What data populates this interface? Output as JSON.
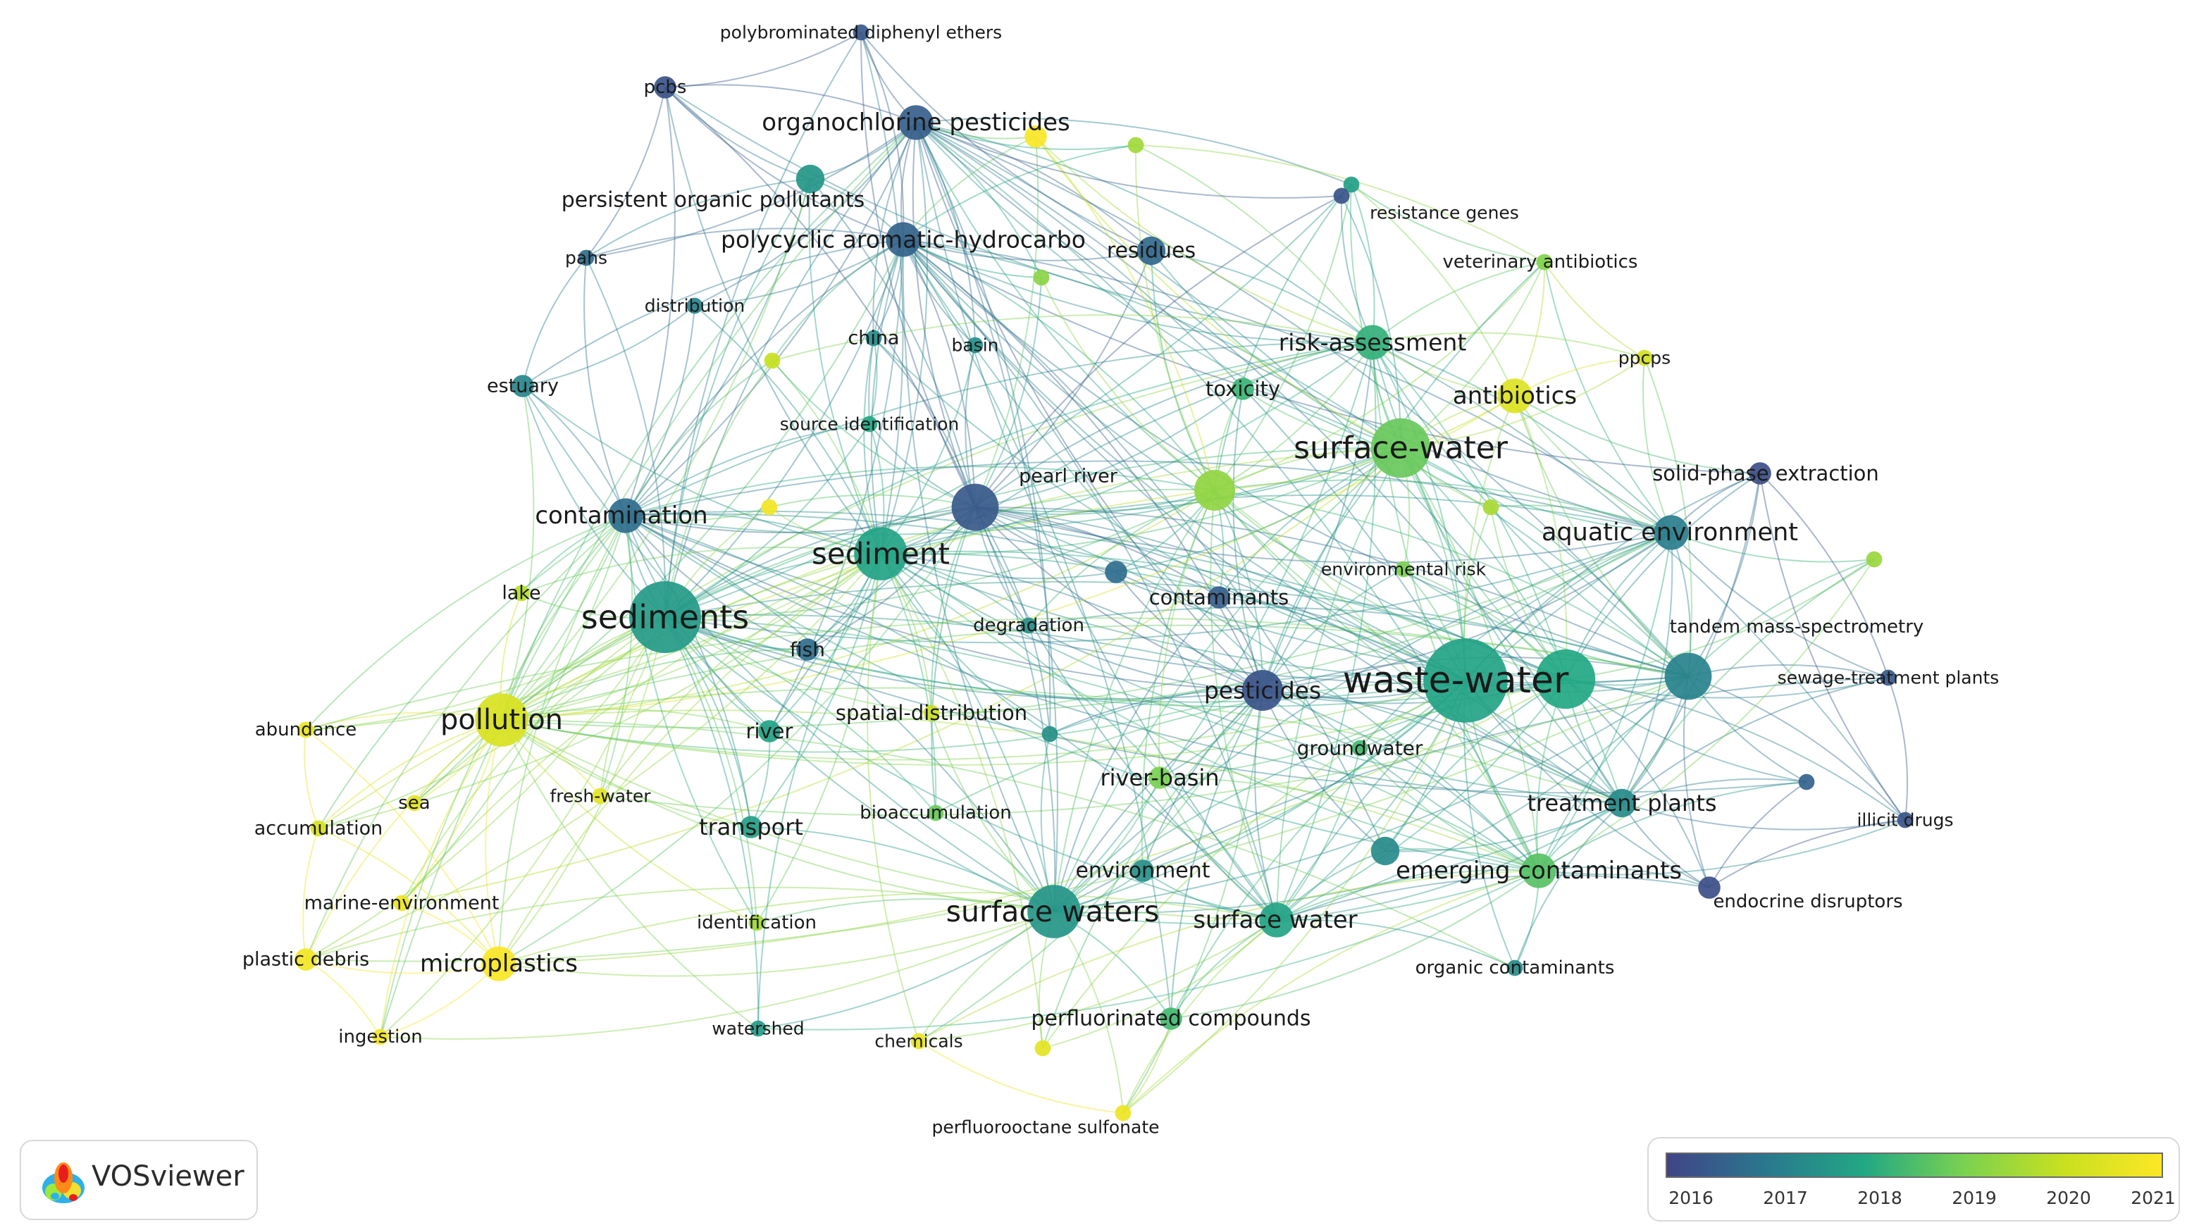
{
  "app": {
    "name": "VOSviewer"
  },
  "legend": {
    "ticks": [
      "2016",
      "2017",
      "2018",
      "2019",
      "2020",
      "2021"
    ],
    "colors": [
      "#414487",
      "#2a788e",
      "#22a884",
      "#7ad151",
      "#c8e020",
      "#fde725"
    ]
  },
  "network": {
    "nodes": [
      {
        "id": "n1",
        "label": "polybrominated diphenyl ethers",
        "year": 2016.4,
        "weight": 1
      },
      {
        "id": "n2",
        "label": "pcbs",
        "year": 2016.3,
        "weight": 2
      },
      {
        "id": "n3",
        "label": "organochlorine pesticides",
        "year": 2016.5,
        "weight": 4
      },
      {
        "id": "n4",
        "label": "persistent organic pollutants",
        "year": 2017.6,
        "weight": 3
      },
      {
        "id": "n5",
        "label": "polycyclic aromatic-hydrocarbo",
        "year": 2016.6,
        "weight": 4
      },
      {
        "id": "n6",
        "label": "pahs",
        "year": 2016.8,
        "weight": 1
      },
      {
        "id": "n7",
        "label": "distribution",
        "year": 2017.2,
        "weight": 1
      },
      {
        "id": "n8",
        "label": "china",
        "year": 2017.4,
        "weight": 1
      },
      {
        "id": "n9",
        "label": "basin",
        "year": 2017.5,
        "weight": 1
      },
      {
        "id": "n10",
        "label": "residues",
        "year": 2016.7,
        "weight": 3
      },
      {
        "id": "n11",
        "label": "resistance genes",
        "year": 2017.8,
        "weight": 1
      },
      {
        "id": "n12",
        "label": "veterinary antibiotics",
        "year": 2019.1,
        "weight": 1
      },
      {
        "id": "n13",
        "label": "risk-assessment",
        "year": 2018.2,
        "weight": 4
      },
      {
        "id": "n14",
        "label": "estuary",
        "year": 2017.3,
        "weight": 2
      },
      {
        "id": "n15",
        "label": "source identification",
        "year": 2018.0,
        "weight": 1
      },
      {
        "id": "n16",
        "label": "toxicity",
        "year": 2018.3,
        "weight": 2
      },
      {
        "id": "n17",
        "label": "antibiotics",
        "year": 2020.4,
        "weight": 4
      },
      {
        "id": "n18",
        "label": "ppcps",
        "year": 2020.2,
        "weight": 1
      },
      {
        "id": "n19",
        "label": "surface-water",
        "year": 2018.8,
        "weight": 8
      },
      {
        "id": "n20",
        "label": "solid-phase extraction",
        "year": 2016.2,
        "weight": 2
      },
      {
        "id": "n21",
        "label": "contamination",
        "year": 2016.8,
        "weight": 4
      },
      {
        "id": "n22",
        "label": "pearl river",
        "year": 2016.4,
        "weight": 6
      },
      {
        "id": "n23",
        "label": "sediment",
        "year": 2017.9,
        "weight": 7
      },
      {
        "id": "n24",
        "label": "aquatic environment",
        "year": 2017.1,
        "weight": 4
      },
      {
        "id": "n25",
        "label": "lake",
        "year": 2019.8,
        "weight": 1
      },
      {
        "id": "n26",
        "label": "sediments",
        "year": 2017.7,
        "weight": 10
      },
      {
        "id": "n27",
        "label": "environmental risk",
        "year": 2019.0,
        "weight": 1
      },
      {
        "id": "n28",
        "label": "contaminants",
        "year": 2016.5,
        "weight": 2
      },
      {
        "id": "n29",
        "label": "degradation",
        "year": 2017.5,
        "weight": 1
      },
      {
        "id": "n30",
        "label": "tandem mass-spectrometry",
        "year": 2017.2,
        "weight": 6
      },
      {
        "id": "n31",
        "label": "fish",
        "year": 2016.8,
        "weight": 2
      },
      {
        "id": "n32",
        "label": "pesticides",
        "year": 2016.3,
        "weight": 5
      },
      {
        "id": "n33",
        "label": "waste-water",
        "year": 2017.9,
        "weight": 12
      },
      {
        "id": "n34",
        "label": "sewage-treatment plants",
        "year": 2016.4,
        "weight": 1
      },
      {
        "id": "n35",
        "label": "abundance",
        "year": 2020.6,
        "weight": 1
      },
      {
        "id": "n36",
        "label": "pollution",
        "year": 2020.3,
        "weight": 7
      },
      {
        "id": "n37",
        "label": "spatial-distribution",
        "year": 2020.1,
        "weight": 1
      },
      {
        "id": "n38",
        "label": "river",
        "year": 2017.9,
        "weight": 2
      },
      {
        "id": "n39",
        "label": "groundwater",
        "year": 2018.4,
        "weight": 1
      },
      {
        "id": "n40",
        "label": "river-basin",
        "year": 2019.0,
        "weight": 2
      },
      {
        "id": "n41",
        "label": "sea",
        "year": 2020.5,
        "weight": 1
      },
      {
        "id": "n42",
        "label": "fresh-water",
        "year": 2020.5,
        "weight": 1
      },
      {
        "id": "n43",
        "label": "treatment plants",
        "year": 2017.4,
        "weight": 3
      },
      {
        "id": "n44",
        "label": "accumulation",
        "year": 2020.3,
        "weight": 1
      },
      {
        "id": "n45",
        "label": "transport",
        "year": 2017.8,
        "weight": 2
      },
      {
        "id": "n46",
        "label": "bioaccumulation",
        "year": 2018.8,
        "weight": 1
      },
      {
        "id": "n47",
        "label": "illicit drugs",
        "year": 2016.3,
        "weight": 1
      },
      {
        "id": "n48",
        "label": "environment",
        "year": 2017.5,
        "weight": 2
      },
      {
        "id": "n49",
        "label": "emerging contaminants",
        "year": 2018.6,
        "weight": 4
      },
      {
        "id": "n50",
        "label": "marine-environment",
        "year": 2020.7,
        "weight": 1
      },
      {
        "id": "n51",
        "label": "endocrine disruptors",
        "year": 2016.2,
        "weight": 2
      },
      {
        "id": "n52",
        "label": "surface waters",
        "year": 2017.6,
        "weight": 7
      },
      {
        "id": "n53",
        "label": "surface water",
        "year": 2017.9,
        "weight": 4
      },
      {
        "id": "n54",
        "label": "identification",
        "year": 2019.5,
        "weight": 1
      },
      {
        "id": "n55",
        "label": "organic contaminants",
        "year": 2017.4,
        "weight": 1
      },
      {
        "id": "n56",
        "label": "plastic debris",
        "year": 2020.8,
        "weight": 2
      },
      {
        "id": "n57",
        "label": "microplastics",
        "year": 2020.9,
        "weight": 4
      },
      {
        "id": "n58",
        "label": "perfluorinated compounds",
        "year": 2018.4,
        "weight": 2
      },
      {
        "id": "n59",
        "label": "ingestion",
        "year": 2020.8,
        "weight": 1
      },
      {
        "id": "n60",
        "label": "watershed",
        "year": 2017.7,
        "weight": 1
      },
      {
        "id": "n61",
        "label": "chemicals",
        "year": 2020.6,
        "weight": 1
      },
      {
        "id": "n62",
        "label": "perfluorooctane sulfonate",
        "year": 2020.7,
        "weight": 1
      },
      {
        "id": "u1",
        "label": "",
        "year": 2020.9,
        "weight": 2
      },
      {
        "id": "u2",
        "label": "",
        "year": 2019.5,
        "weight": 1
      },
      {
        "id": "u3",
        "label": "",
        "year": 2019.2,
        "weight": 1
      },
      {
        "id": "u4",
        "label": "",
        "year": 2020.0,
        "weight": 1
      },
      {
        "id": "u5",
        "label": "",
        "year": 2020.8,
        "weight": 1
      },
      {
        "id": "u6",
        "label": "",
        "year": 2019.3,
        "weight": 5
      },
      {
        "id": "u7",
        "label": "",
        "year": 2016.8,
        "weight": 2
      },
      {
        "id": "u8",
        "label": "",
        "year": 2019.6,
        "weight": 1
      },
      {
        "id": "u9",
        "label": "",
        "year": 2019.4,
        "weight": 1
      },
      {
        "id": "u10",
        "label": "",
        "year": 2018.0,
        "weight": 8
      },
      {
        "id": "u11",
        "label": "",
        "year": 2017.5,
        "weight": 1
      },
      {
        "id": "u12",
        "label": "",
        "year": 2016.6,
        "weight": 1
      },
      {
        "id": "u13",
        "label": "",
        "year": 2017.4,
        "weight": 3
      },
      {
        "id": "u14",
        "label": "",
        "year": 2020.5,
        "weight": 1
      },
      {
        "id": "u15",
        "label": "",
        "year": 2016.3,
        "weight": 1
      }
    ]
  }
}
